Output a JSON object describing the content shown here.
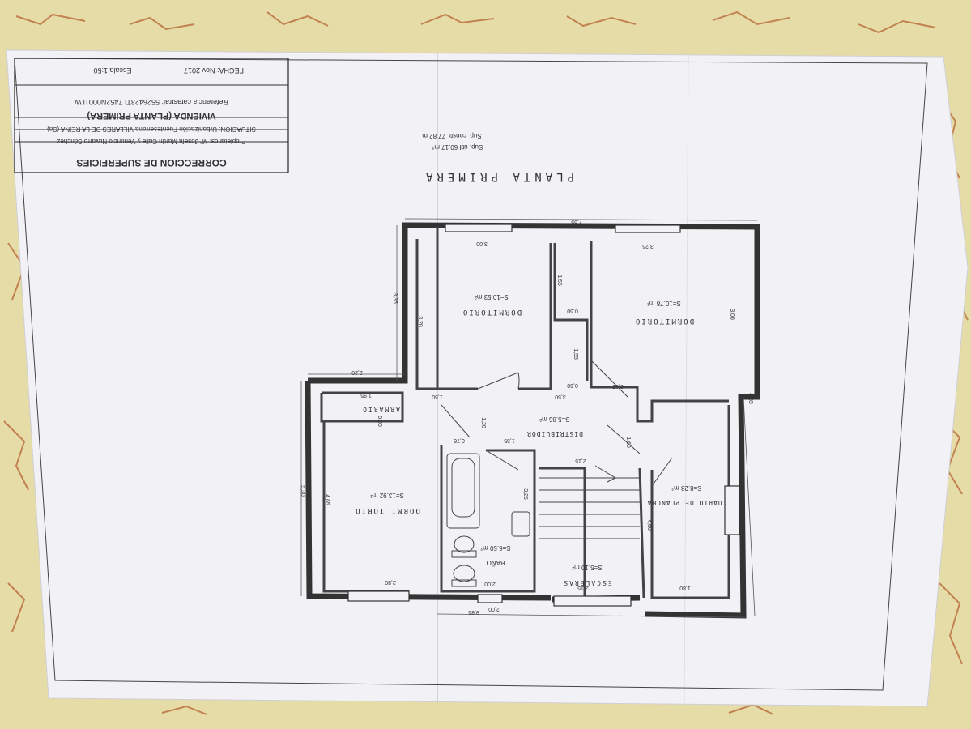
{
  "title_block": {
    "heading": "CORRECCION DE SUPERFICIES",
    "owners": "Propietarios: Mª Josefa Martín Calle y Venancio Navarro Sánchez",
    "situation": "SITUACION: Urbanización Fuenteserrana VILLARES DE LA REINA (Sa)",
    "building": "VIVIENDA (PLANTA PRIMERA)",
    "cadastral": "Referencia catastral: 5526423TL7452N0001LW",
    "date": "FECHA: Nov 2017",
    "scale": "Escala 1:50"
  },
  "plan": {
    "title": "PLANTA PRIMERA",
    "useful_area": "Sup. útil 60.17 m²",
    "built_area": "Sup. constr. 77.82 m"
  },
  "rooms": {
    "dorm1_name": "DORMITORIO",
    "dorm1_area": "S=10.53 m²",
    "dorm2_name": "DORMITORIO",
    "dorm2_area": "S=10.78 m²",
    "dorm3_name": "DORMI TORIO",
    "dorm3_area": "S=13.92 m²",
    "armario": "ARMARIO",
    "distrib_name": "DISTRIBUIDOR",
    "distrib_area": "S=5.86 m²",
    "bano_name": "BAÑO",
    "bano_area": "S=6.50 m²",
    "escaleras_name": "ESCALERAS",
    "escaleras_area": "S=5.10 m²",
    "plancha_name": "CUARTO DE PLANCHA",
    "plancha_area": "S=8.28 m²"
  },
  "dims": {
    "d765": "7,65",
    "d300a": "3,00",
    "d325": "3,25",
    "d335": "3,35",
    "d320": "3,20",
    "d155a": "1,55",
    "d060a": "0,60",
    "d155b": "1,55",
    "d060b": "0,60",
    "d350": "3,50",
    "d300b": "3,00",
    "d015": "0,15",
    "d220": "2,20",
    "d195": "1,95",
    "d060c": "0,60",
    "d150": "1,50",
    "d120": "1,20",
    "d076": "0,76",
    "d135": "1,35",
    "d160": "1,60",
    "d215a": "2,15",
    "d325b": "3,25",
    "d865": "8,65",
    "d530": "5,30",
    "d465": "4,65",
    "d460": "4,60",
    "d280": "2,80",
    "d200a": "2,00",
    "d200b": "2,00",
    "d215b": "2,15",
    "d180": "1,80",
    "d985": "9,85"
  }
}
